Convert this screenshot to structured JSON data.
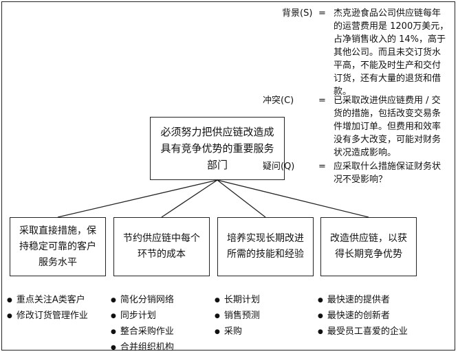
{
  "scqa": [
    {
      "key": "背景(S)",
      "eq": "=",
      "text": "杰克逊食品公司供应链每年的运营费用是 1200万美元，占净销售收入的 14%，高于其他公司。而且未交订货水平高，不能及时生产和交付订货，还有大量的退货和借款。"
    },
    {
      "key": "冲突(C)",
      "eq": "=",
      "text": "已采取改进供应链费用 / 交货的措施，包括改变交易条件增加订单。但费用和效率没有多大改变，可能对财务状况造成影响。"
    },
    {
      "key": "疑问(Q)",
      "eq": "=",
      "text": "应采取什么措施保证财务状况不受影响？"
    }
  ],
  "root": "必须努力把供应链改造成具有竞争优势的重要服务部门",
  "children": [
    {
      "label": "采取直接措施，保持稳定可靠的客户服务水平",
      "bullets": [
        "重点关注A类客户",
        "修改订货管理作业"
      ]
    },
    {
      "label": "节约供应链中每个环节的成本",
      "bullets": [
        "简化分销网络",
        "同步计划",
        "整合采购作业",
        "合并组织机构"
      ]
    },
    {
      "label": "培养实现长期改进所需的技能和经验",
      "bullets": [
        "长期计划",
        "销售预测",
        "采购"
      ]
    },
    {
      "label": "改造供应链，以获得长期竞争优势",
      "bullets": [
        "最快速的提供者",
        "最快速的创新者",
        "最受员工喜爱的企业"
      ]
    }
  ]
}
